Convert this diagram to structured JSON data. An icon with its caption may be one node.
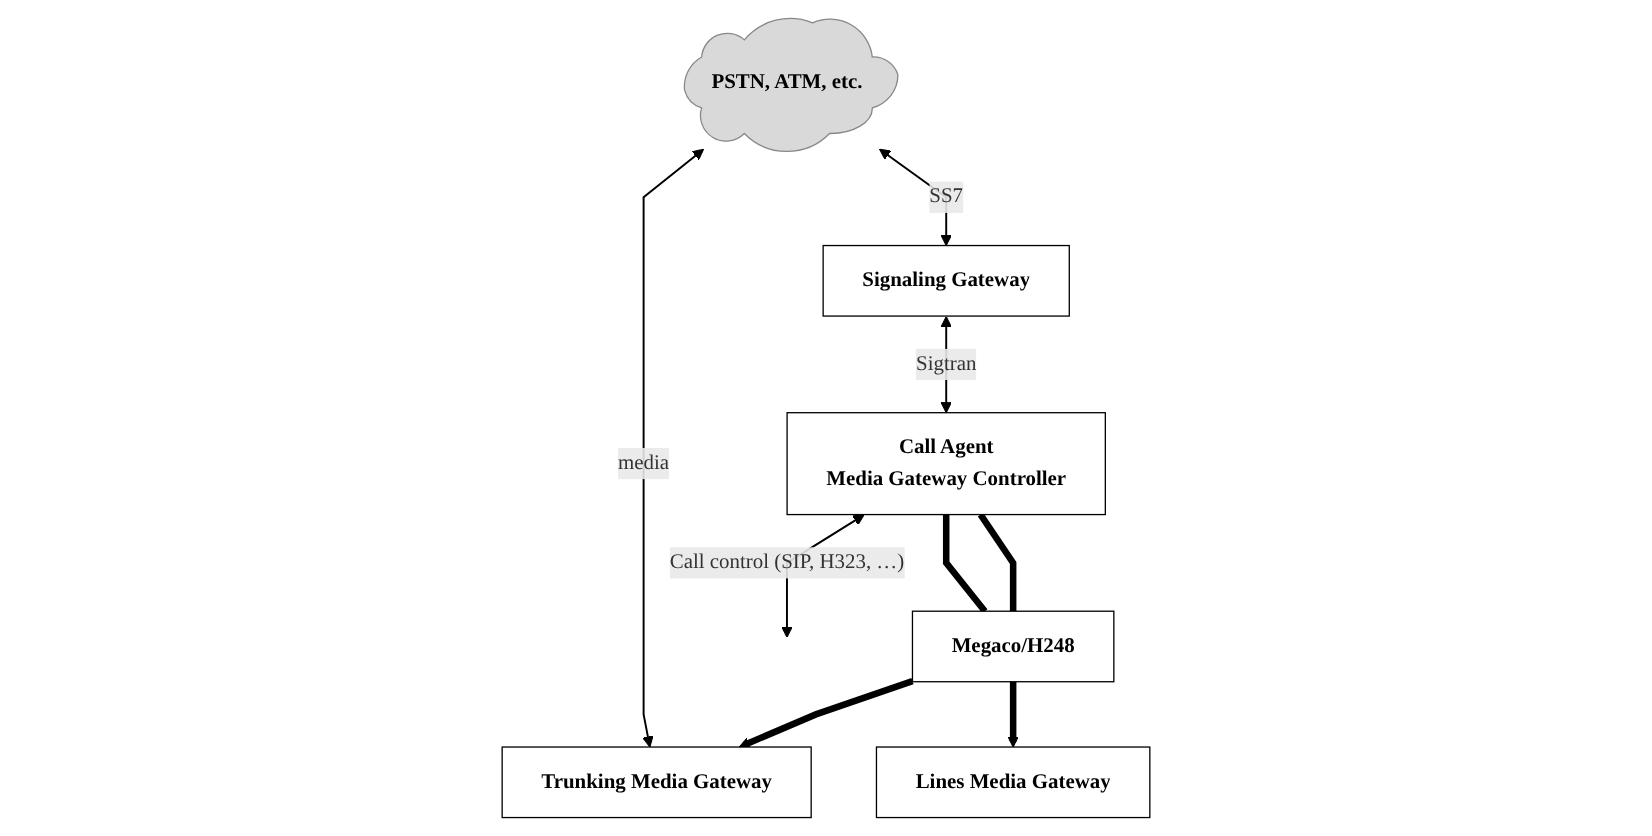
{
  "diagram": {
    "nodes": [
      {
        "text": [
          "PSTN, ATM, etc."
        ]
      },
      {
        "text": [
          "Signaling Gateway"
        ]
      },
      {
        "text": [
          "Call Agent",
          "Media Gateway Controller"
        ]
      },
      {
        "text": [
          "Megaco/H248"
        ]
      },
      {
        "text": [
          "Trunking Media Gateway"
        ]
      },
      {
        "text": [
          "Lines Media Gateway"
        ]
      }
    ],
    "edges": [
      {
        "from": 0,
        "to": 1,
        "arrow": "both",
        "label": "SS7"
      },
      {
        "from": 1,
        "to": 2,
        "arrow": "both",
        "label": "Sigtran"
      },
      {
        "from": 2,
        "to": null,
        "arrow": "both",
        "label": "Call control (SIP, H323, …)"
      },
      {
        "from": 2,
        "to": 3,
        "arrow": "none",
        "style": "thick"
      },
      {
        "from": 2,
        "to": 3,
        "arrow": "none",
        "style": "thick"
      },
      {
        "from": 3,
        "to": 4,
        "arrow": "to",
        "style": "thick"
      },
      {
        "from": 3,
        "to": 5,
        "arrow": "to",
        "style": "thick"
      },
      {
        "from": 0,
        "to": 4,
        "arrow": "both",
        "label": "media"
      }
    ]
  }
}
